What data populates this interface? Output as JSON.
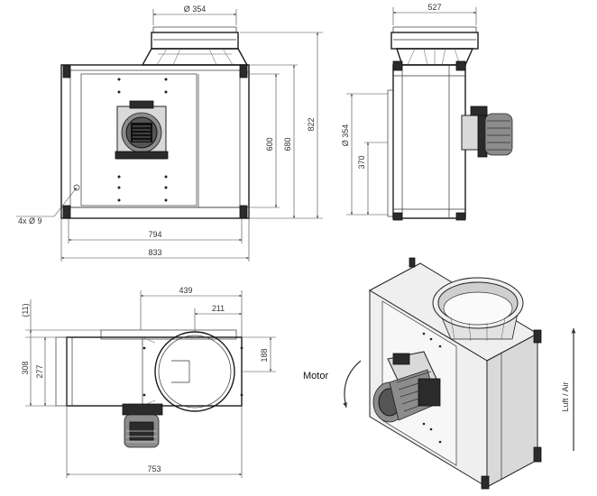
{
  "front_view": {
    "dia_top": "Ø 354",
    "height_600": "600",
    "height_680": "680",
    "height_822": "822",
    "holes": "4x Ø 9",
    "width_794": "794",
    "width_833": "833"
  },
  "side_view": {
    "width_527": "527",
    "dia_354": "Ø 354",
    "height_370": "370"
  },
  "top_view": {
    "dim_439": "439",
    "dim_211": "211",
    "dim_11": "(11)",
    "dim_308": "308",
    "dim_277": "277",
    "dim_188": "188",
    "dim_753": "753"
  },
  "iso_view": {
    "motor_label": "Motor",
    "airflow_label": "Luft / Air"
  }
}
